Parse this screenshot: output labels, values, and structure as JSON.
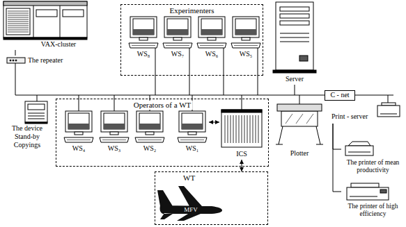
{
  "diagram": {
    "nodes": [
      {
        "text": [
          "VAX-cluster"
        ]
      },
      {
        "text": [
          "The repeater"
        ]
      },
      {
        "text": [
          "Experimenters"
        ]
      },
      {
        "text": [
          "WS₈"
        ],
        "in": 2
      },
      {
        "text": [
          "WS₇"
        ],
        "in": 2
      },
      {
        "text": [
          "WS₆"
        ],
        "in": 2
      },
      {
        "text": [
          "WS₅"
        ],
        "in": 2
      },
      {
        "text": [
          "Server"
        ]
      },
      {
        "text": [
          "C - net"
        ]
      },
      {
        "text": [
          "The device Stand-by Copyings"
        ]
      },
      {
        "text": [
          "Operators of a WT"
        ]
      },
      {
        "text": [
          "WS₄"
        ],
        "in": 10
      },
      {
        "text": [
          "WS₃"
        ],
        "in": 10
      },
      {
        "text": [
          "WS₂"
        ],
        "in": 10
      },
      {
        "text": [
          "WS₁"
        ],
        "in": 10
      },
      {
        "text": [
          "ICS"
        ],
        "in": 10
      },
      {
        "text": [
          "Plotter"
        ]
      },
      {
        "text": [
          "Print - server"
        ]
      },
      {
        "text": [
          "WT"
        ]
      },
      {
        "text": [
          "MFV"
        ],
        "in": 18
      },
      {
        "text": [
          "The printer of mean productivity"
        ]
      },
      {
        "text": [
          "The printer of high efficiency"
        ]
      }
    ],
    "edges": [
      {
        "from": 0,
        "to": 1,
        "arrow": "none"
      },
      {
        "from": 14,
        "to": 15,
        "arrow": "both"
      },
      {
        "from": 15,
        "to": 18,
        "arrow": "both"
      },
      {
        "from": 17,
        "to": 20,
        "arrow": "none"
      },
      {
        "from": 17,
        "to": 21,
        "arrow": "none"
      }
    ]
  }
}
